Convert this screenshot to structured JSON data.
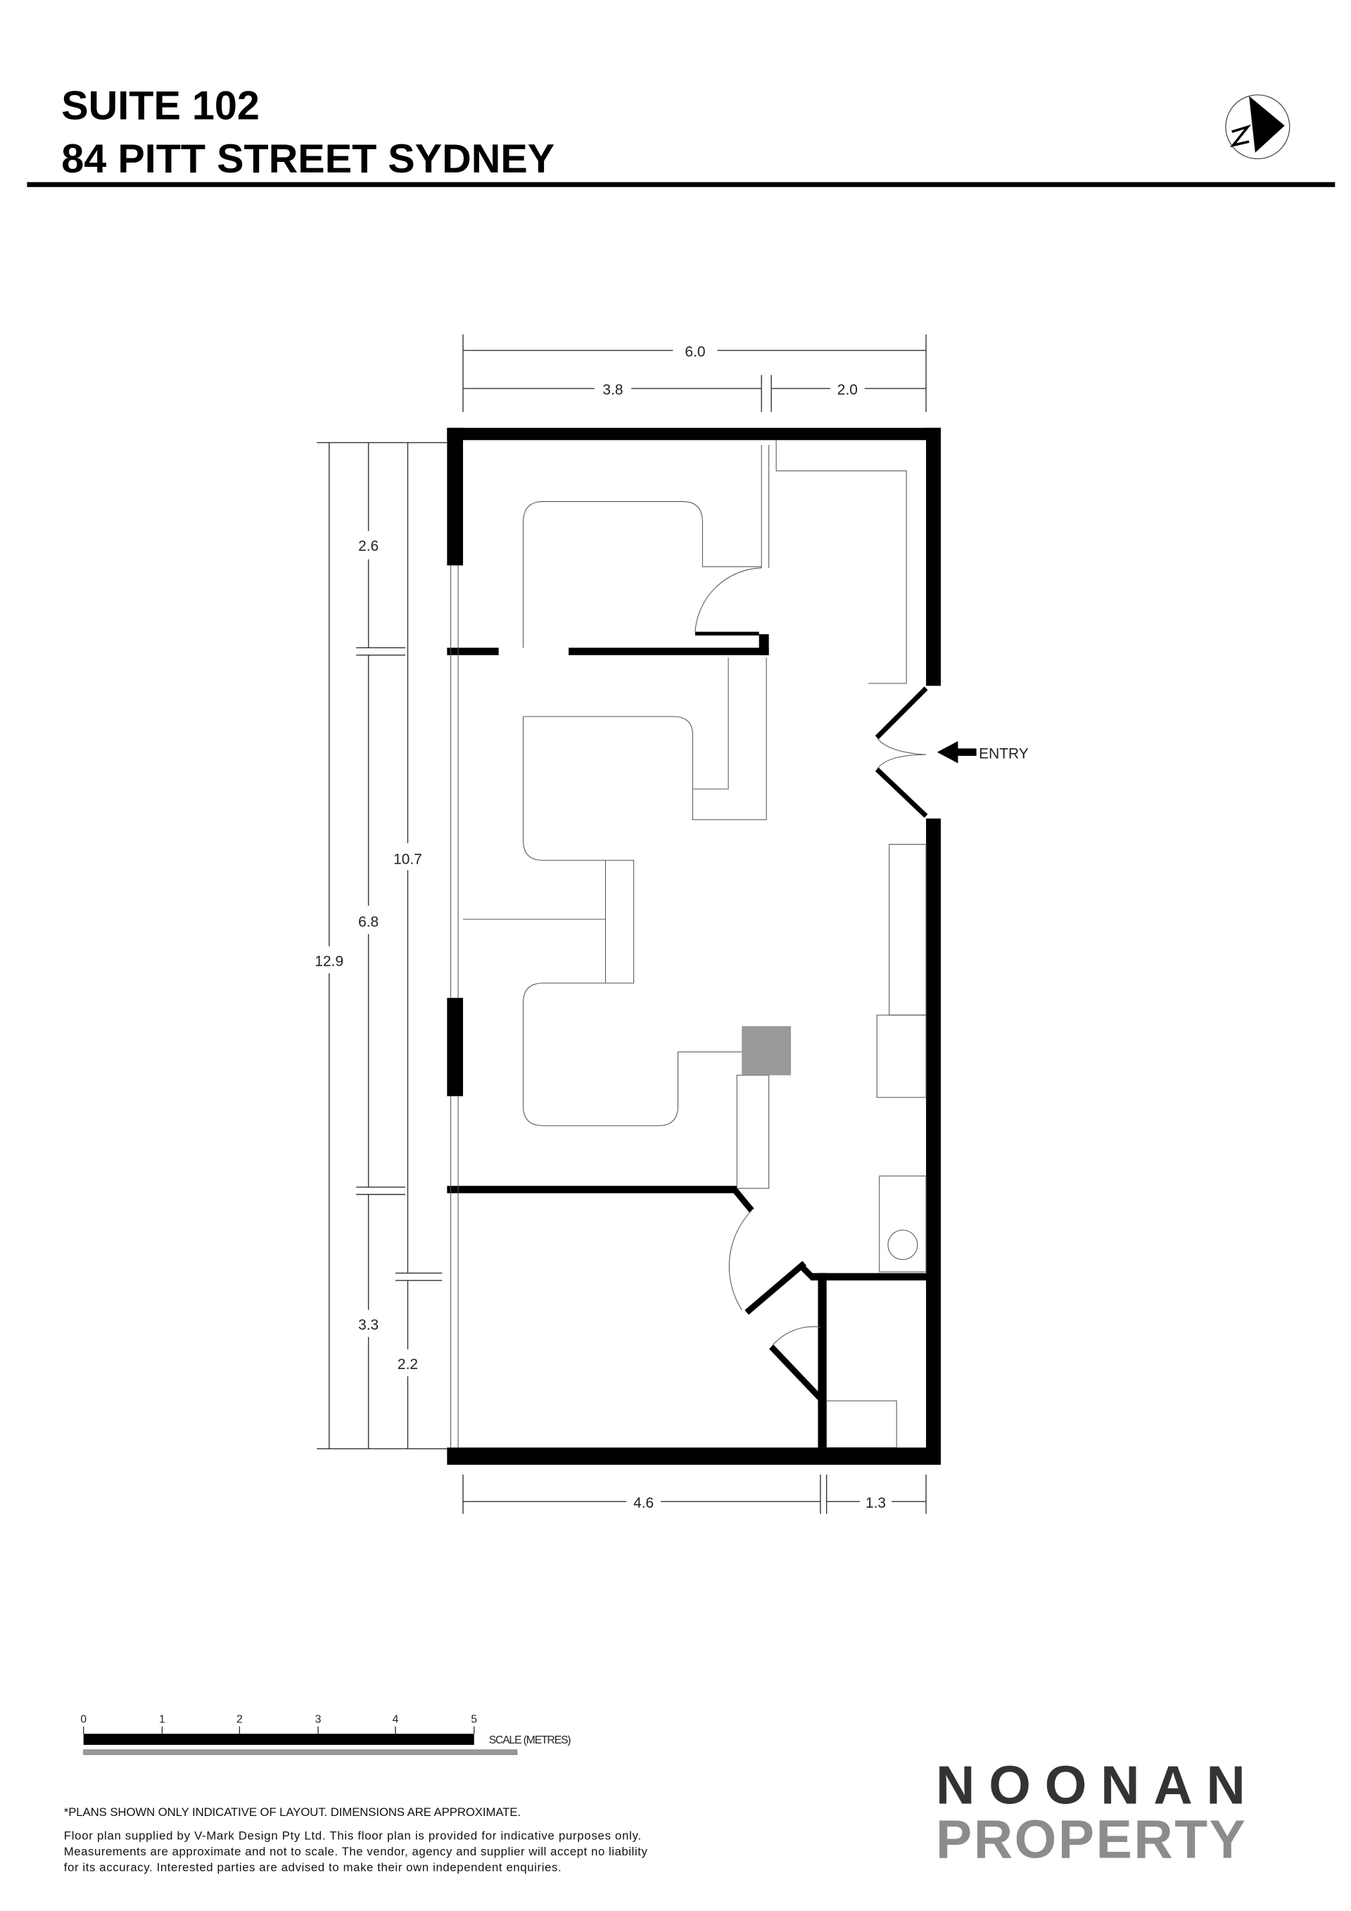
{
  "header": {
    "title_line1": "SUITE 102",
    "title_line2": "84 PITT STREET SYDNEY",
    "north_label": "N"
  },
  "plan": {
    "entry_label": "ENTRY",
    "dimensions": {
      "top_total": "6.0",
      "top_left": "3.8",
      "top_right": "2.0",
      "left_total": "12.9",
      "left_top": "2.6",
      "left_mid": "6.8",
      "left_bottom": "3.3",
      "inner_total": "10.7",
      "inner_bottom": "2.2",
      "bottom_left": "4.6",
      "bottom_right": "1.3"
    },
    "colors": {
      "wall": "#000000",
      "column": "#999999"
    }
  },
  "scale": {
    "ticks": [
      "0",
      "1",
      "2",
      "3",
      "4",
      "5"
    ],
    "label": "SCALE (METRES)"
  },
  "disclaimer": {
    "headline": "*PLANS SHOWN ONLY INDICATIVE OF LAYOUT. DIMENSIONS ARE APPROXIMATE.",
    "lines": [
      "Floor plan supplied by V-Mark Design Pty Ltd. This floor plan is provided for indicative purposes only.",
      "Measurements are approximate and not to scale. The vendor, agency and supplier will accept no liability",
      "for its accuracy. Interested parties are advised to make their own independent enquiries."
    ]
  },
  "logo": {
    "line1": "NOONAN",
    "line2": "PROPERTY",
    "color1": "#333333",
    "color2": "#8c8c8c"
  }
}
